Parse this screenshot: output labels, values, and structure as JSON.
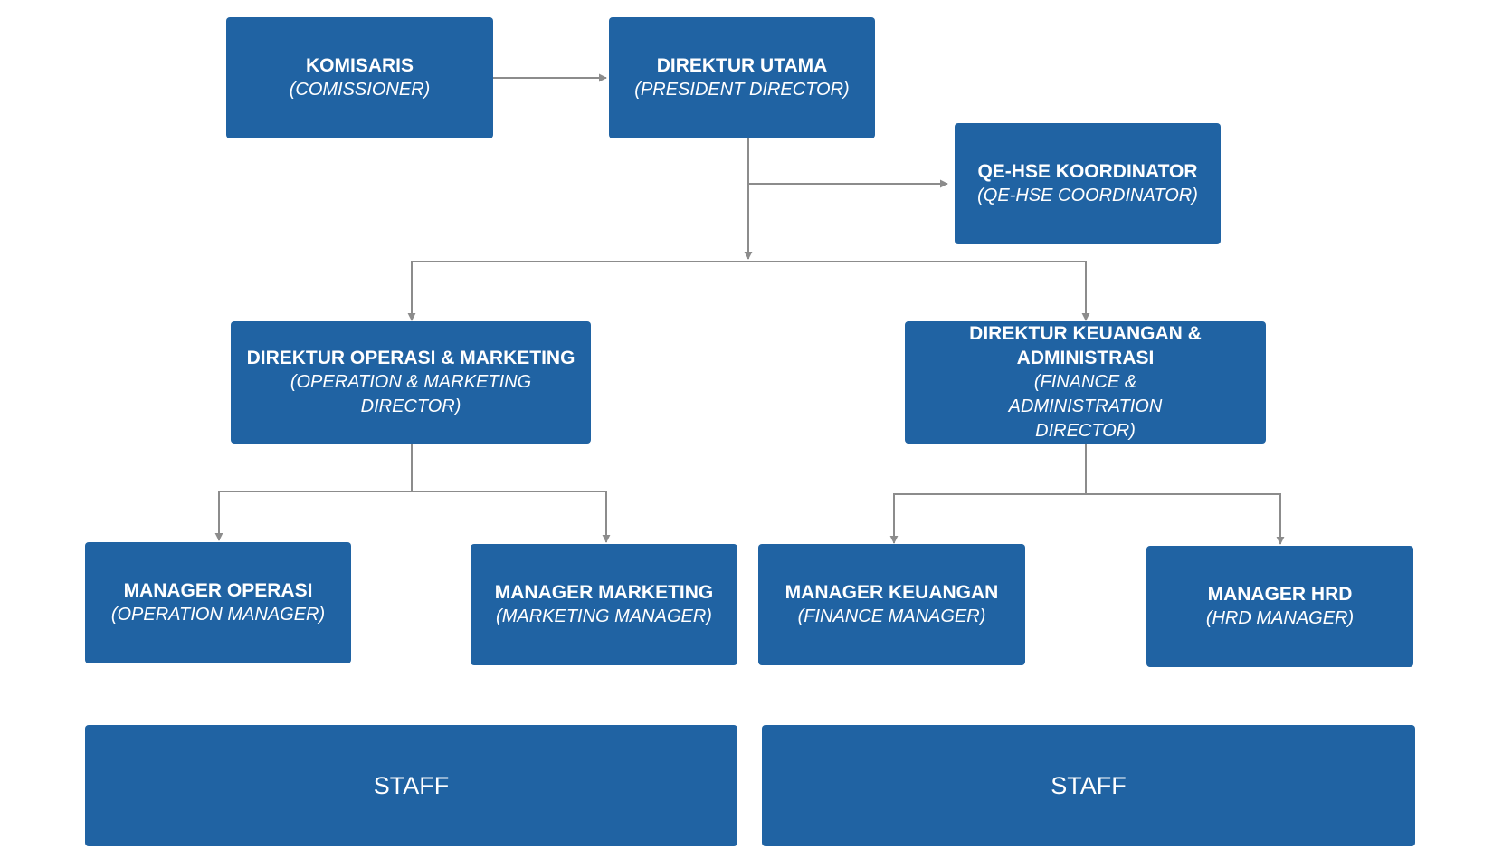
{
  "org_chart": {
    "commissioner": {
      "title": "KOMISARIS",
      "subtitle": "(COMISSIONER)"
    },
    "president_director": {
      "title": "DIREKTUR UTAMA",
      "subtitle": "(PRESIDENT DIRECTOR)"
    },
    "qehse_coordinator": {
      "title": "QE-HSE KOORDINATOR",
      "subtitle": "(QE-HSE COORDINATOR)"
    },
    "operation_marketing_director": {
      "title": "DIREKTUR OPERASI & MARKETING",
      "subtitle": "(OPERATION & MARKETING DIRECTOR)"
    },
    "finance_admin_director": {
      "title": "DIREKTUR KEUANGAN & ADMINISTRASI",
      "subtitle": "(FINANCE & ADMINISTRATION DIRECTOR)"
    },
    "operation_manager": {
      "title": "MANAGER OPERASI",
      "subtitle": "(OPERATION MANAGER)"
    },
    "marketing_manager": {
      "title": "MANAGER MARKETING",
      "subtitle": "(MARKETING MANAGER)"
    },
    "finance_manager": {
      "title": "MANAGER KEUANGAN",
      "subtitle": "(FINANCE MANAGER)"
    },
    "hrd_manager": {
      "title": "MANAGER HRD",
      "subtitle": "(HRD MANAGER)"
    },
    "staff_left": {
      "label": "STAFF"
    },
    "staff_right": {
      "label": "STAFF"
    }
  },
  "colors": {
    "box_fill": "#2063a3",
    "box_text": "#ffffff",
    "connector": "#8c8c8c"
  }
}
